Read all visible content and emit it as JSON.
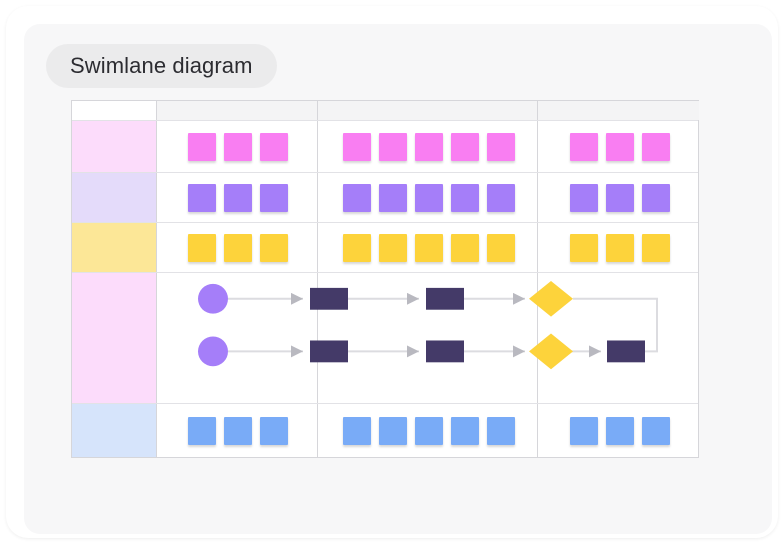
{
  "card": {
    "title": "Swimlane diagram",
    "background_color": "#f7f7f8",
    "pill_color": "#ebebec",
    "title_text_color": "#2c2c31"
  },
  "table": {
    "border_color": "#d6d6da",
    "header": {
      "label_cell": "",
      "columns": [
        "",
        "",
        ""
      ],
      "cell_color": "#f4f4f5"
    },
    "rows": [
      {
        "name": "lane-pink-top",
        "label": "",
        "label_color": "#fcdcfb",
        "type": "swatches",
        "swatch_color": "#f97ef2",
        "counts": [
          3,
          5,
          3
        ]
      },
      {
        "name": "lane-lavender",
        "label": "",
        "label_color": "#e4dbfa",
        "type": "swatches",
        "swatch_color": "#a57ef9",
        "counts": [
          3,
          5,
          3
        ]
      },
      {
        "name": "lane-yellow",
        "label": "",
        "label_color": "#fce797",
        "type": "swatches",
        "swatch_color": "#fdd33b",
        "counts": [
          3,
          5,
          3
        ]
      },
      {
        "name": "lane-pink-flow",
        "label": "",
        "label_color": "#fcdcfb",
        "type": "flow",
        "counts": []
      },
      {
        "name": "lane-blue",
        "label": "",
        "label_color": "#d6e4fb",
        "type": "swatches",
        "swatch_color": "#79abf7",
        "counts": [
          3,
          5,
          3
        ]
      }
    ]
  },
  "flow": {
    "colors": {
      "start_circle": "#a57ef9",
      "process_box": "#443a68",
      "decision_diamond": "#fdd33b",
      "connector": "#dcdce0",
      "arrowhead": "#b9b9c0"
    },
    "branches": [
      {
        "name": "flow-branch-top",
        "nodes": [
          {
            "name": "start-node",
            "shape": "circle"
          },
          {
            "name": "process-node-1",
            "shape": "rect"
          },
          {
            "name": "process-node-2",
            "shape": "rect"
          },
          {
            "name": "decision-node",
            "shape": "diamond"
          }
        ]
      },
      {
        "name": "flow-branch-bottom",
        "nodes": [
          {
            "name": "start-node",
            "shape": "circle"
          },
          {
            "name": "process-node-1",
            "shape": "rect"
          },
          {
            "name": "process-node-2",
            "shape": "rect"
          },
          {
            "name": "decision-node",
            "shape": "diamond"
          },
          {
            "name": "end-node",
            "shape": "rect"
          }
        ]
      }
    ]
  }
}
